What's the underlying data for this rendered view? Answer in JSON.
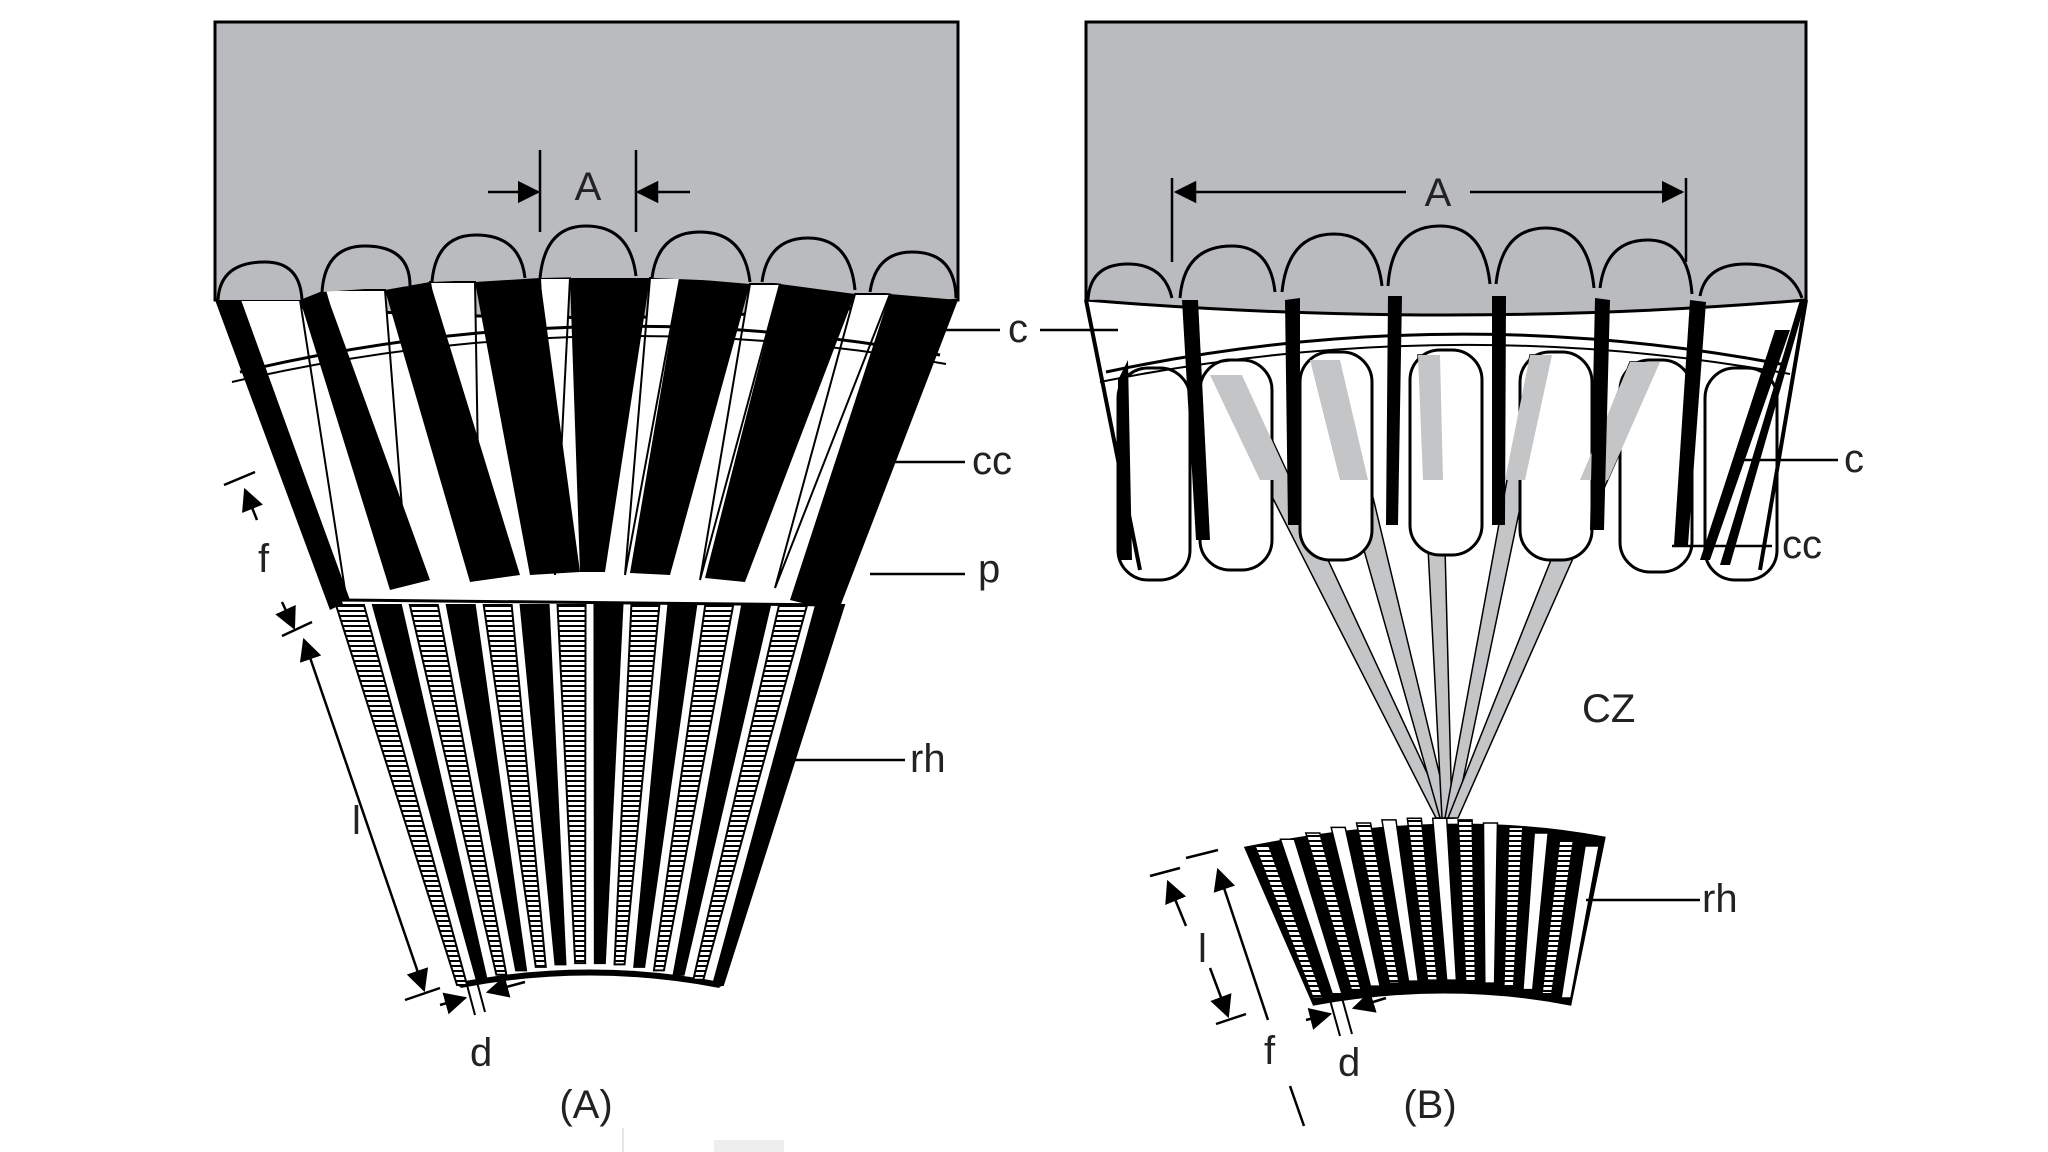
{
  "figure": {
    "panels": [
      {
        "caption": "(A)",
        "labels": {
          "aperture": "A",
          "cone": "c",
          "crystalline_cone": "cc",
          "pigment": "p",
          "rhabdom": "rh",
          "focal_length": "f",
          "rhabdom_length": "l",
          "rhabdom_diameter": "d"
        }
      },
      {
        "caption": "(B)",
        "labels": {
          "aperture": "A",
          "cone": "c",
          "crystalline_cone": "cc",
          "clear_zone": "CZ",
          "rhabdom": "rh",
          "rhabdom_length": "l",
          "focal_length": "f",
          "rhabdom_diameter": "d"
        }
      }
    ]
  },
  "colors": {
    "cornea_region": "#b9bbbe",
    "ink": "#000000",
    "ray": "#c4c5c7",
    "background": "#ffffff"
  }
}
